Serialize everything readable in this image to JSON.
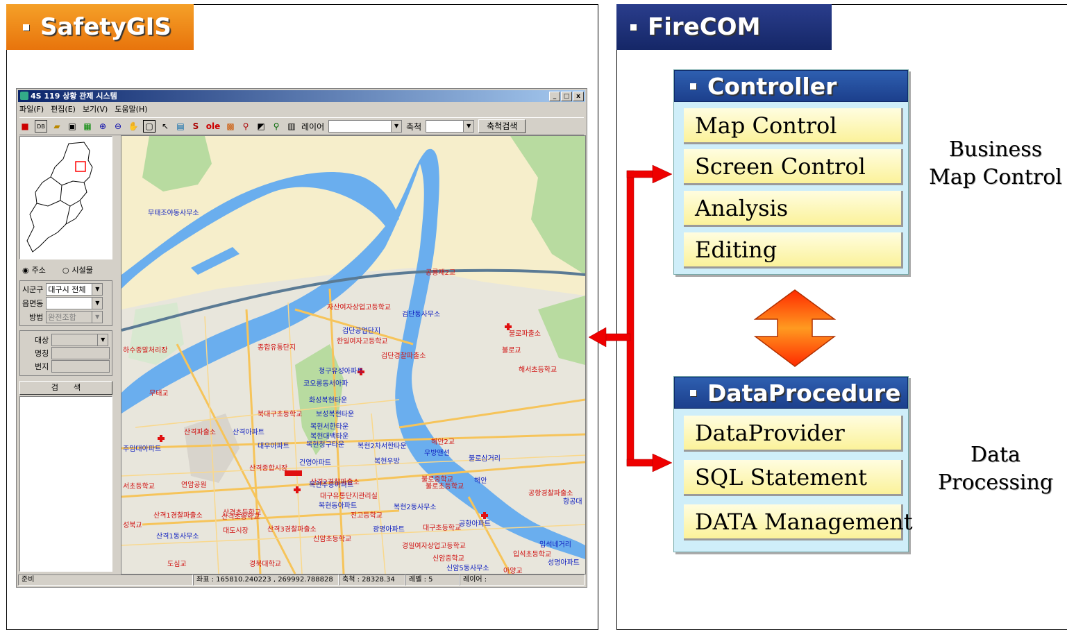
{
  "left_panel": {
    "title": "SafetyGIS",
    "app": {
      "window_title": "4S 119 상황 관제 시스템",
      "window_buttons": [
        "_",
        "□",
        "x"
      ],
      "menu": [
        "파일(F)",
        "편집(E)",
        "보기(V)",
        "도움말(H)"
      ],
      "toolbar": {
        "layer_label": "레이어",
        "scale_label": "축척",
        "scale_search_button": "축척검색",
        "ole_label": "ole"
      },
      "search_panel": {
        "radio_address": "주소",
        "radio_facility": "시설물",
        "sigungu_label": "시군구",
        "sigungu_value": "대구시 전체",
        "eupmyeondong_label": "읍면동",
        "method_label": "방법",
        "method_value": "완전조합",
        "target_label": "대상",
        "name_label": "명칭",
        "lot_label": "번지",
        "search_button": "검　　색"
      },
      "status": {
        "ready": "준비",
        "coords": "좌표 : 165810.240223 , 269992.788828",
        "scale": "축척 : 28328.34",
        "level": "레벨 : 5",
        "layer": "레이어 :"
      },
      "map_labels": [
        "무태조야동사무소",
        "공룡재2교",
        "자산여자상업고등학교",
        "검단동사무소",
        "검단공업단지",
        "한일여자고등학교",
        "불로파출소",
        "불로교",
        "해서초등학교",
        "하수종말처리장",
        "종합유통단지",
        "검단경찰파출소",
        "청구유성아파트",
        "코오롱동서아파",
        "무태교",
        "화성복현타운",
        "북대구초등학교",
        "보성복현타운",
        "산격파출소",
        "산격아파트",
        "복현서한타운",
        "복현대백타운",
        "해안2교",
        "우방맨션",
        "불로삼거리",
        "대우아파트",
        "복현청구타운",
        "복현2차서한타운",
        "주임대아파트",
        "건영아파트",
        "복현우방",
        "산격종합시장",
        "산격2경찰파출소",
        "연암공원",
        "복현주공아파트",
        "불로중학교",
        "불로초등학교",
        "해안",
        "공항경찰파출소",
        "항공대",
        "산격초등학교",
        "대구유통단지관리실",
        "복현동아파트",
        "복현2동사무소",
        "산격1경찰파출소",
        "산격초등학교",
        "진고등학교",
        "대도시장",
        "산격3경찰파출소",
        "광명아파트",
        "대구초등학교",
        "산격1동사무소",
        "신암초등학교",
        "경일여자상업고등학교",
        "입석네거리",
        "입석초등학교",
        "신암중학교",
        "신암5동사무소",
        "성명아파트",
        "경북대학교",
        "도심교",
        "아양교",
        "성북교",
        "서초등학교",
        "공항아파트"
      ]
    }
  },
  "right_panel": {
    "title": "FireCOM",
    "controller": {
      "title": "Controller",
      "items": [
        "Map Control",
        "Screen Control",
        "Analysis",
        "Editing"
      ],
      "side_label_line1": "Business",
      "side_label_line2": "Map Control"
    },
    "data_procedure": {
      "title": "DataProcedure",
      "items": [
        "DataProvider",
        "SQL Statement",
        "DATA Management"
      ],
      "side_label_line1": "Data",
      "side_label_line2": "Processing"
    }
  },
  "colors": {
    "safety_header": "#f08a1e",
    "firecom_header": "#1e3278",
    "box_header": "#2552a4",
    "group_bg": "#cfeef9",
    "item_bg": "#fbf29a",
    "arrow_red": "#ee0000",
    "double_arrow": "#ff6a00"
  }
}
